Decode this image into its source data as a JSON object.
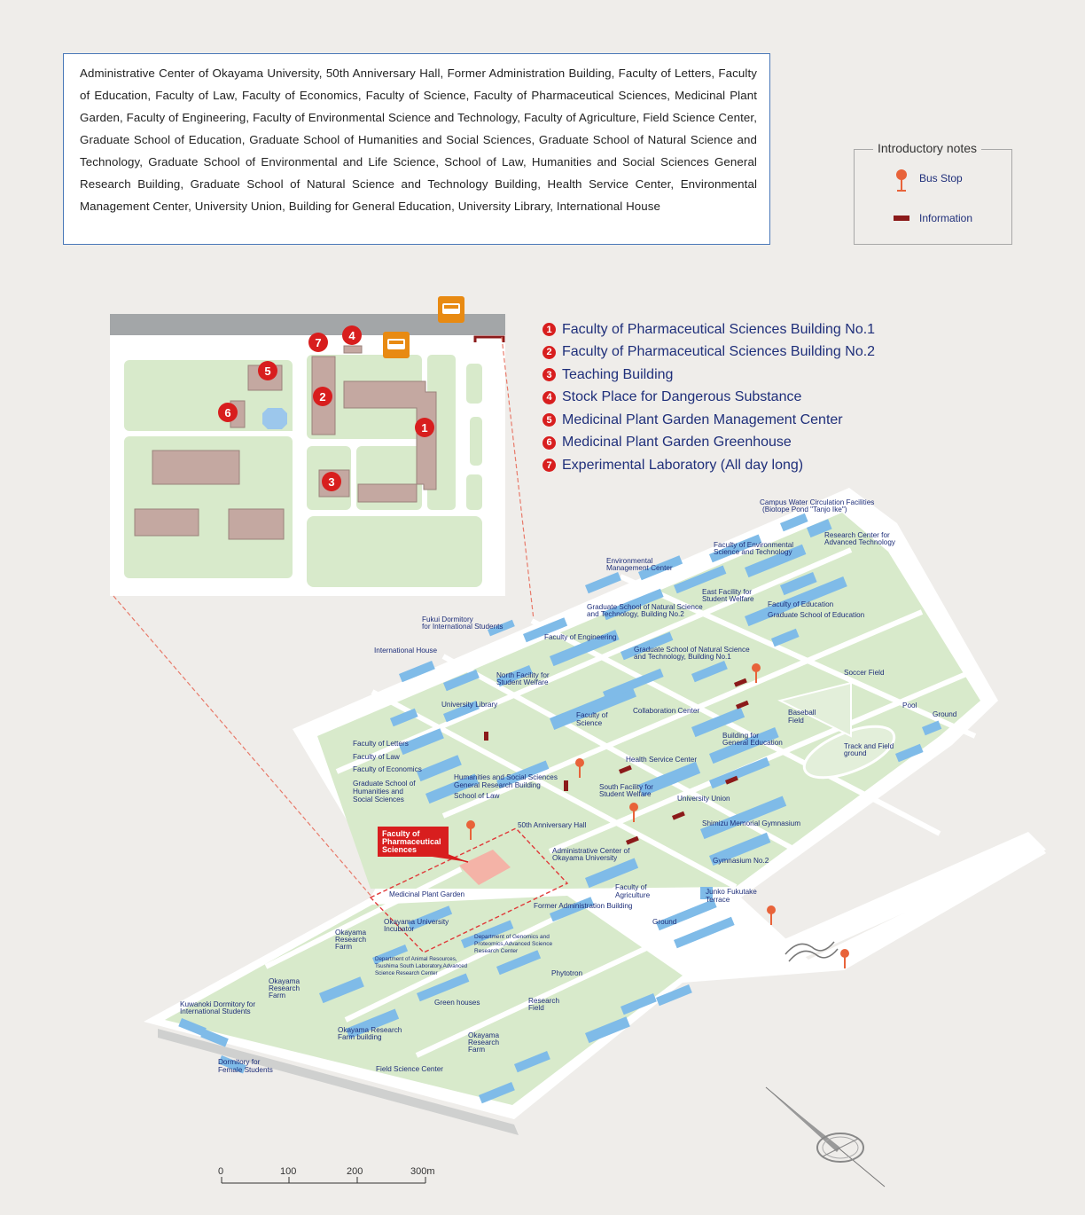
{
  "description": "Administrative Center of Okayama University, 50th Anniversary Hall,  Former Administration Building, Faculty of Letters, Faculty of Education, Faculty of Law, Faculty of Economics, Faculty of Science, Faculty of Pharmaceutical Sciences, Medicinal Plant Garden, Faculty of Engineering, Faculty of Environmental Science and Technology, Faculty of Agriculture, Field Science Center, Graduate School of Education, Graduate School of Humanities and Social Sciences, Graduate School of Natural Science and Technology, Graduate School of Environmental and Life Science, School of Law, Humanities and Social Sciences General Research Building, Graduate School of Natural Science and Technology Building, Health Service Center, Environmental Management Center, University Union, Building for General Education, University Library, International House",
  "legend": {
    "title": "Introductory notes",
    "bus_stop": "Bus Stop",
    "information": "Information",
    "bus_color": "#e8633a",
    "info_color": "#8b1a1a"
  },
  "buildings": [
    {
      "num": "1",
      "name": "Faculty of Pharmaceutical Sciences Building No.1"
    },
    {
      "num": "2",
      "name": "Faculty of Pharmaceutical Sciences Building No.2"
    },
    {
      "num": "3",
      "name": "Teaching Building"
    },
    {
      "num": "4",
      "name": "Stock Place for Dangerous Substance"
    },
    {
      "num": "5",
      "name": "Medicinal Plant Garden Management Center"
    },
    {
      "num": "6",
      "name": "Medicinal Plant Garden Greenhouse"
    },
    {
      "num": "7",
      "name": "Experimental Laboratory (All day long)"
    }
  ],
  "callout": {
    "line1": "Faculty of",
    "line2": "Pharmaceutical",
    "line3": "Sciences"
  },
  "map_labels": {
    "campus_water_1": "Campus Water Circulation Facilities",
    "campus_water_2": "(Biotope Pond \"Tanjo Ike\")",
    "rcat_1": "Research Center for",
    "rcat_2": "Advanced Technology",
    "fest_1": "Faculty of Environmental",
    "fest_2": "Science and Technology",
    "emc_1": "Environmental",
    "emc_2": "Management Center",
    "east_1": "East Facility for",
    "east_2": "Student Welfare",
    "gsnst2_1": "Graduate School of Natural Science",
    "gsnst2_2": "and Technology, Building No.2",
    "foe_1": "Faculty of Education",
    "foe_2": "Graduate School of Education",
    "fukui_1": "Fukui Dormitory",
    "fukui_2": "for International Students",
    "eng": "Faculty of Engineering",
    "gsnst1_1": "Graduate School of Natural Science",
    "gsnst1_2": "and Technology, Building No.1",
    "intl_house": "International House",
    "north_1": "North Facility for",
    "north_2": "Student Welfare",
    "soccer": "Soccer Field",
    "pool": "Pool",
    "ground_e": "Ground",
    "library": "University Library",
    "collab": "Collaboration Center",
    "sci_1": "Faculty of",
    "sci_2": "Science",
    "baseball_1": "Baseball",
    "baseball_2": "Field",
    "letters": "Faculty of Letters",
    "law": "Faculty of Law",
    "econ": "Faculty of Economics",
    "gshss_1": "Graduate School of",
    "gshss_2": "Humanities and",
    "gshss_3": "Social Sciences",
    "hss_1": "Humanities and Social Sciences",
    "hss_2": "General Research Building",
    "school_law": "School of Law",
    "bge_1": "Building for",
    "bge_2": "General Education",
    "track_1": "Track and Field",
    "track_2": "ground",
    "health": "Health Service Center",
    "south_1": "South Facility for",
    "south_2": "Student Welfare",
    "union": "University Union",
    "shimizu": "Shimizu Memorial Gymnasium",
    "hall50": "50th Anniversary Hall",
    "admin_1": "Administrative Center of",
    "admin_2": "Okayama University",
    "gym2": "Gymnasium No.2",
    "agri_1": "Faculty of",
    "agri_2": "Agriculture",
    "junko_1": "Junko Fukutake",
    "junko_2": "Terrace",
    "medgarden": "Medicinal Plant Garden",
    "former_admin": "Former Administration Building",
    "incub_1": "Okayama University",
    "incub_2": "Incubator",
    "ground_s": "Ground",
    "resfarm_1": "Okayama",
    "resfarm_2": "Research",
    "resfarm_3": "Farm",
    "genomics_1": "Department of Genomics and",
    "genomics_2": "Proteomics,Advanced Science",
    "genomics_3": "Research Center",
    "animal_1": "Department of Animal Resources,",
    "animal_2": "Tsushima South Laboratory,Advanced",
    "animal_3": "Science Research Center",
    "phytotron": "Phytotron",
    "farm2_1": "Okayama",
    "farm2_2": "Research",
    "farm2_3": "Farm",
    "kuwanoki_1": "Kuwanoki Dormitory for",
    "kuwanoki_2": "International Students",
    "green": "Green houses",
    "resfield_1": "Research",
    "resfield_2": "Field",
    "farmbldg_1": "Okayama Research",
    "farmbldg_2": "Farm building",
    "farm3_1": "Okayama",
    "farm3_2": "Research",
    "farm3_3": "Farm",
    "female_1": "Dormitory for",
    "female_2": "Female Students",
    "fsc": "Field Science Center"
  },
  "scale": {
    "s0": "0",
    "s100": "100",
    "s200": "200",
    "s300": "300m"
  }
}
